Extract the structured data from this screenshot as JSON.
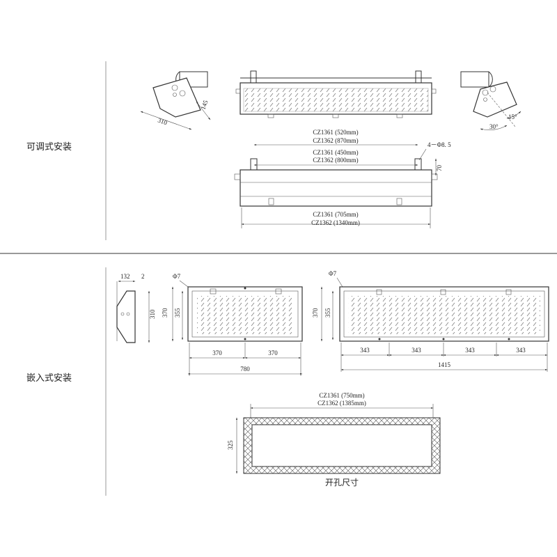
{
  "sections": {
    "adjustable": {
      "label": "可调式安装"
    },
    "embedded": {
      "label": "嵌入式安装"
    }
  },
  "adjustable": {
    "side_left": {
      "width": "310",
      "height": "145"
    },
    "side_right": {
      "angle_a": "30°",
      "angle_b": "15°"
    },
    "rear_view": {
      "dim_top_1": "CZ1361 (520mm)",
      "dim_top_2": "CZ1362 (870mm)",
      "dim_mid_1": "CZ1361 (450mm)",
      "dim_mid_2": "CZ1362 (800mm)",
      "hole_spec": "4－Φ8. 5",
      "bracket_h": "70",
      "dim_bottom_1": "CZ1361 (705mm)",
      "dim_bottom_2": "CZ1362 (1340mm)"
    }
  },
  "embedded": {
    "side": {
      "depth": "132",
      "lip": "2",
      "height": "310"
    },
    "small": {
      "hole": "Φ7",
      "h_outer": "370",
      "h_inner": "355",
      "seg1": "370",
      "seg2": "370",
      "total": "780"
    },
    "large": {
      "hole": "Φ7",
      "h_outer": "370",
      "h_inner": "355",
      "seg1": "343",
      "seg2": "343",
      "seg3": "343",
      "seg4": "343",
      "total": "1415"
    },
    "cutout": {
      "dim_1": "CZ1361 (750mm)",
      "dim_2": "CZ1362 (1385mm)",
      "height": "325",
      "caption": "开孔尺寸"
    }
  }
}
